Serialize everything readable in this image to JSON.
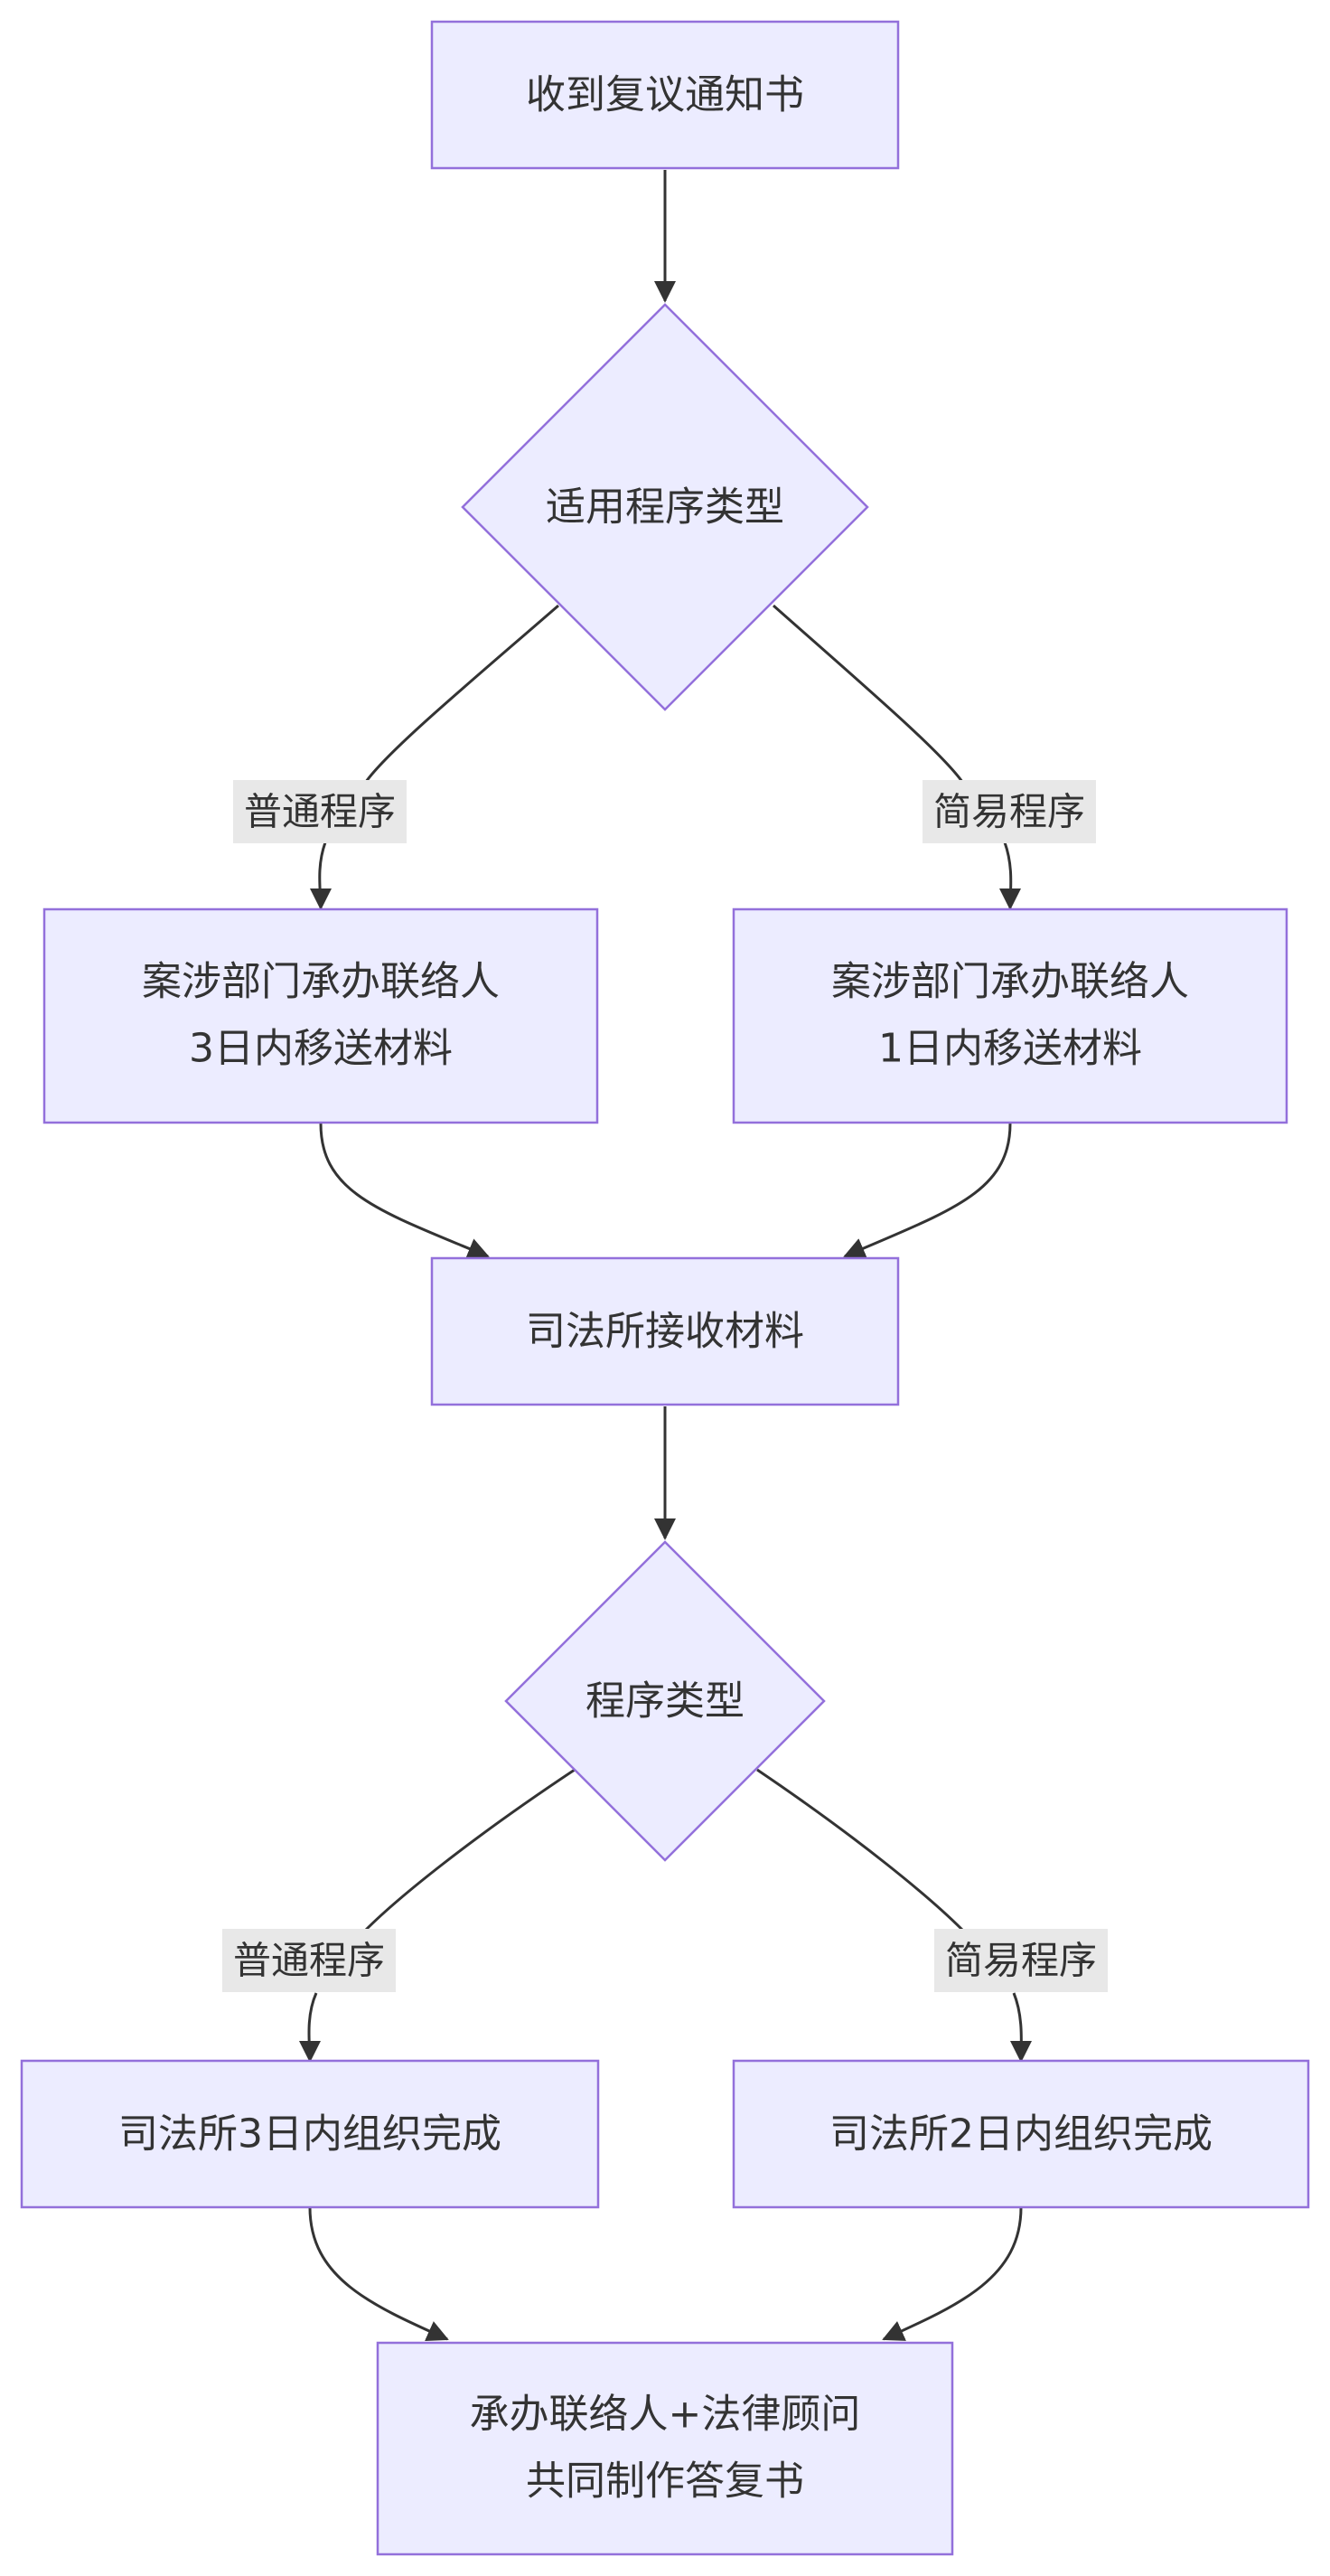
{
  "nodes": {
    "receive_notice": "收到复议通知书",
    "procedure_type_decision": "适用程序类型",
    "dept_ordinary": [
      "案涉部门承办联络人",
      "3日内移送材料"
    ],
    "dept_simple": [
      "案涉部门承办联络人",
      "1日内移送材料"
    ],
    "receive_materials": "司法所接收材料",
    "procedure_type_decision_2": "程序类型",
    "office_ordinary": "司法所3日内组织完成",
    "office_simple": "司法所2日内组织完成",
    "final_reply": [
      "承办联络人+法律顾问",
      "共同制作答复书"
    ]
  },
  "edge_labels": {
    "ordinary_1": "普通程序",
    "simple_1": "简易程序",
    "ordinary_2": "普通程序",
    "simple_2": "简易程序"
  },
  "colors": {
    "node_fill": "#ECECFF",
    "node_stroke": "#9370DB",
    "edge": "#333333",
    "label_bg": "#e8e8e8"
  }
}
